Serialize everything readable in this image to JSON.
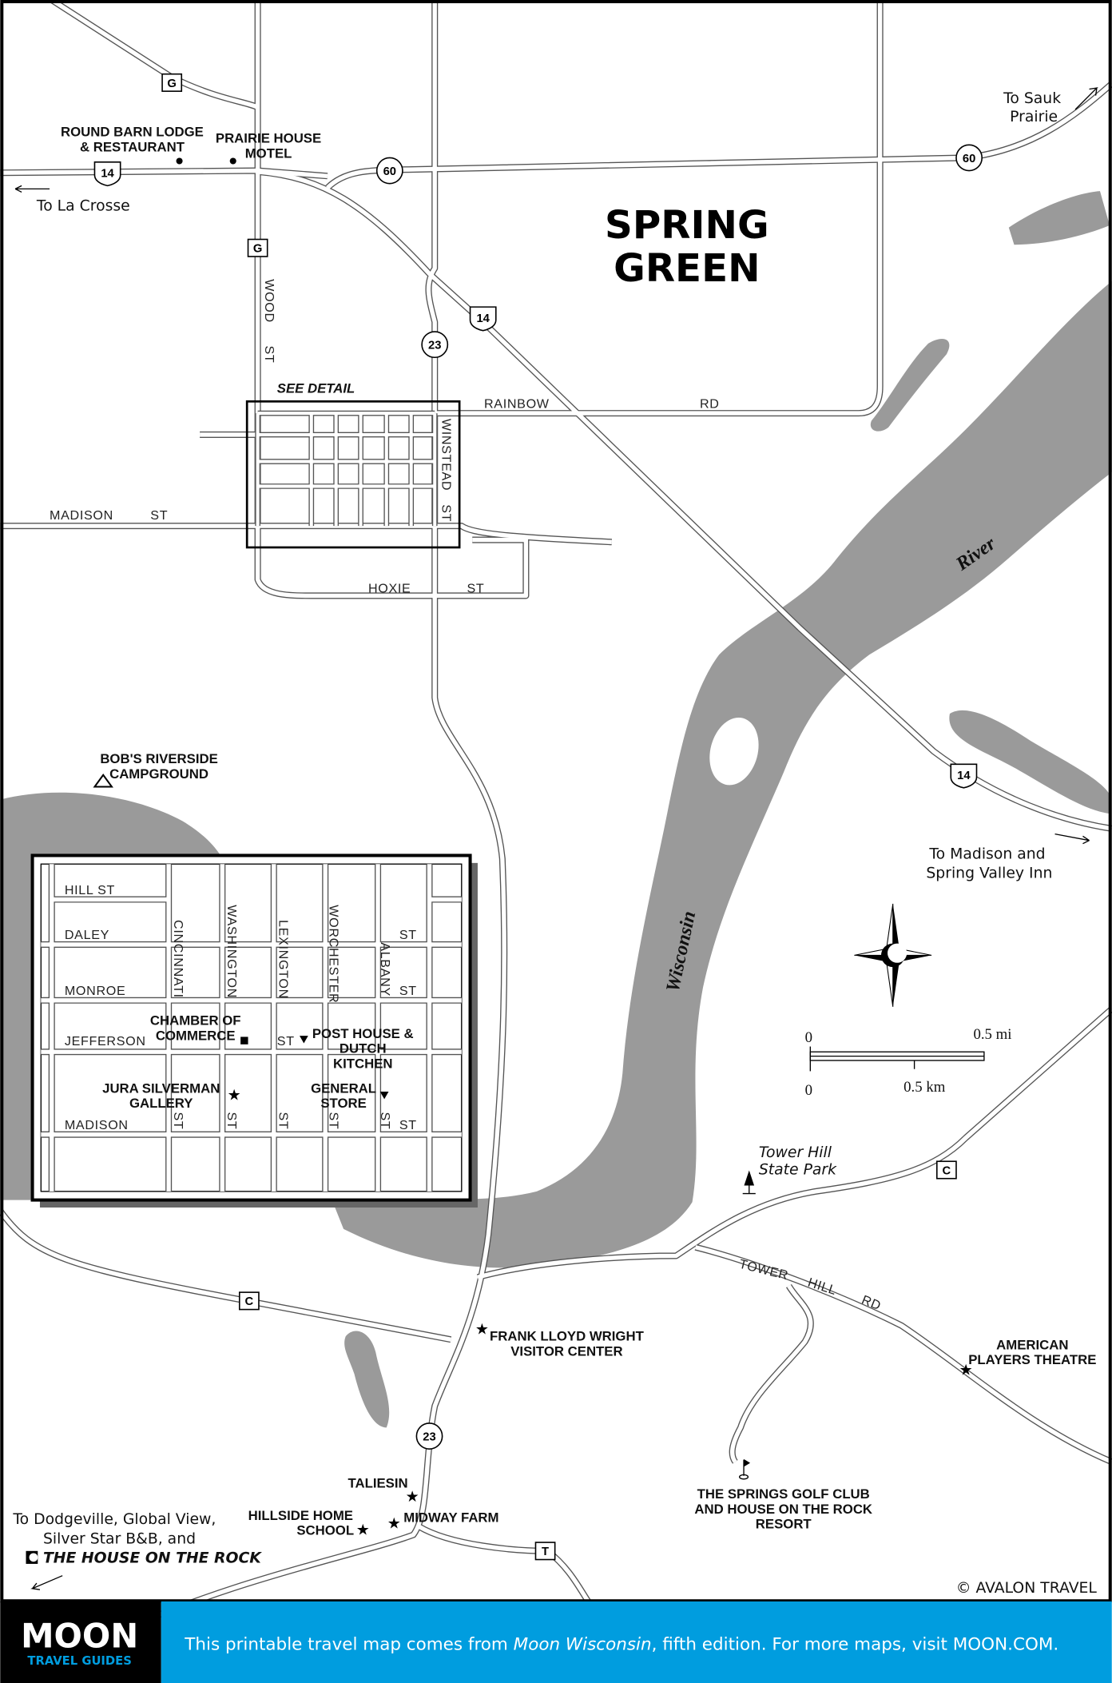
{
  "title": {
    "line1": "SPRING",
    "line2": "GREEN"
  },
  "see_detail": "SEE DETAIL",
  "directions": {
    "la_crosse": "To La Crosse",
    "sauk_prairie_1": "To Sauk",
    "sauk_prairie_2": "Prairie",
    "madison_1": "To Madison and",
    "madison_2": "Spring Valley Inn",
    "dodgeville_1": "To Dodgeville, Global View,",
    "dodgeville_2": "Silver Star B&B, and",
    "dodgeville_3": "THE HOUSE ON THE ROCK"
  },
  "streets": {
    "wood": "WOOD",
    "wood_st": "ST",
    "winstead": "WINSTEAD",
    "winstead_st": "ST",
    "rainbow": "RAINBOW",
    "rainbow_rd": "RD",
    "madison": "MADISON",
    "madison_st": "ST",
    "hoxie": "HOXIE",
    "hoxie_st": "ST",
    "tower": "TOWER",
    "hill": "HILL",
    "rd": "RD"
  },
  "shields": {
    "us14": "14",
    "wi60": "60",
    "wi23": "23",
    "g": "G",
    "c": "C",
    "t": "T"
  },
  "pois": {
    "round_barn_1": "ROUND BARN LODGE",
    "round_barn_2": "& RESTAURANT",
    "prairie_house_1": "PRAIRIE HOUSE",
    "prairie_house_2": "MOTEL",
    "bobs_1": "BOB'S RIVERSIDE",
    "bobs_2": "CAMPGROUND",
    "tower_hill_1": "Tower Hill",
    "tower_hill_2": "State Park",
    "flw_1": "FRANK LLOYD WRIGHT",
    "flw_2": "VISITOR CENTER",
    "apt_1": "AMERICAN",
    "apt_2": "PLAYERS THEATRE",
    "taliesin": "TALIESIN",
    "hillside_1": "HILLSIDE HOME",
    "hillside_2": "SCHOOL",
    "midway": "MIDWAY FARM",
    "springs_1": "THE SPRINGS GOLF CLUB",
    "springs_2": "AND HOUSE ON THE ROCK",
    "springs_3": "RESORT"
  },
  "river": {
    "word1": "River",
    "word2": "Wisconsin"
  },
  "scale_bar": {
    "zero_mi": "0",
    "mi": "0.5 mi",
    "zero_km": "0",
    "km": "0.5 km"
  },
  "copyright": "© AVALON TRAVEL",
  "inset": {
    "hill_st": "HILL ST",
    "daley": "DALEY",
    "monroe": "MONROE",
    "jefferson": "JEFFERSON",
    "madison": "MADISON",
    "st": "ST",
    "cincinnati": "CINCINNATI",
    "washington": "WASHINGTON",
    "lexington": "LEXINGTON",
    "worchester": "WORCHESTER",
    "albany": "ALBANY",
    "chamber_1": "CHAMBER OF",
    "chamber_2": "COMMERCE",
    "post_house_1": "POST HOUSE &",
    "post_house_2": "DUTCH",
    "post_house_3": "KITCHEN",
    "jura_1": "JURA SILVERMAN",
    "jura_2": "GALLERY",
    "general_1": "GENERAL",
    "general_2": "STORE"
  },
  "footer": {
    "logo": "MOON",
    "logo_sub": "TRAVEL GUIDES",
    "text_1": "This printable travel map comes from ",
    "text_book": "Moon Wisconsin",
    "text_2": ", fifth edition. For more maps, visit MOON.COM."
  },
  "colors": {
    "water": "#9a9a9a",
    "footer_blue": "#009ddf",
    "footer_black": "#000000"
  }
}
